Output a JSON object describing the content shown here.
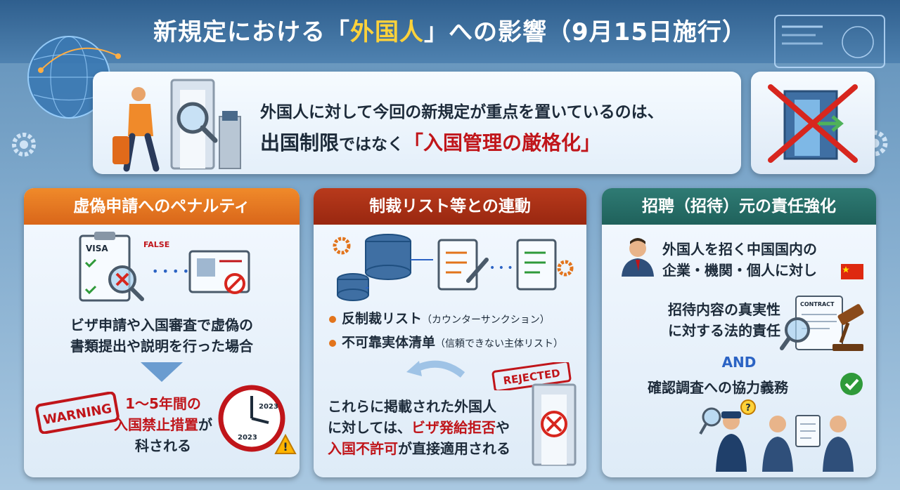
{
  "header": {
    "title_pre": "新規定における「",
    "title_highlight": "外国人",
    "title_post": "」への影響（9月15日施行）"
  },
  "notice": {
    "line1": "外国人に対して今回の新規定が重点を置いているのは、",
    "line2_a": "出国制限",
    "line2_b": "ではなく",
    "line2_c": "「入国管理の厳格化」"
  },
  "panels": [
    {
      "title": "虚偽申請へのペナルティ",
      "visa_label": "VISA",
      "false_label": "FALSE",
      "desc_line1": "ビザ申請や入国審査で虚偽の",
      "desc_line2": "書類提出や説明を行った場合",
      "warning_label": "WARNING",
      "penalty_line1": "1〜5年間の",
      "penalty_line2_red": "入国禁止措置",
      "penalty_line2_tail": "が",
      "penalty_line3": "科される",
      "year_top": "2023",
      "year_bottom": "2023"
    },
    {
      "title": "制裁リスト等との連動",
      "bullet1_main": "反制裁リスト",
      "bullet1_note": "（カウンターサンクション）",
      "bullet2_main": "不可靠実体清单",
      "bullet2_note": "（信頼できない主体リスト）",
      "rejected_label": "REJECTED",
      "result_line1": "これらに掲載された外国人",
      "result_line2_a": "に対しては、",
      "result_line2_red": "ビザ発給拒否",
      "result_line2_tail": "や",
      "result_line3_red": "入国不許可",
      "result_line3_tail": "が直接適用される"
    },
    {
      "title": "招聘（招待）元の責任強化",
      "target_line1": "外国人を招く中国国内の",
      "target_line2": "企業・機関・個人に対し",
      "contract_label": "CONTRACT",
      "duty1_line1": "招待内容の真実性",
      "duty1_line2": "に対する法的責任",
      "and_label": "AND",
      "duty2": "確認調査への協力義務"
    }
  ],
  "colors": {
    "accent_orange": "#e2741c",
    "accent_red": "#c0151a",
    "accent_teal": "#1f615b",
    "title_yellow": "#ffd23a"
  }
}
